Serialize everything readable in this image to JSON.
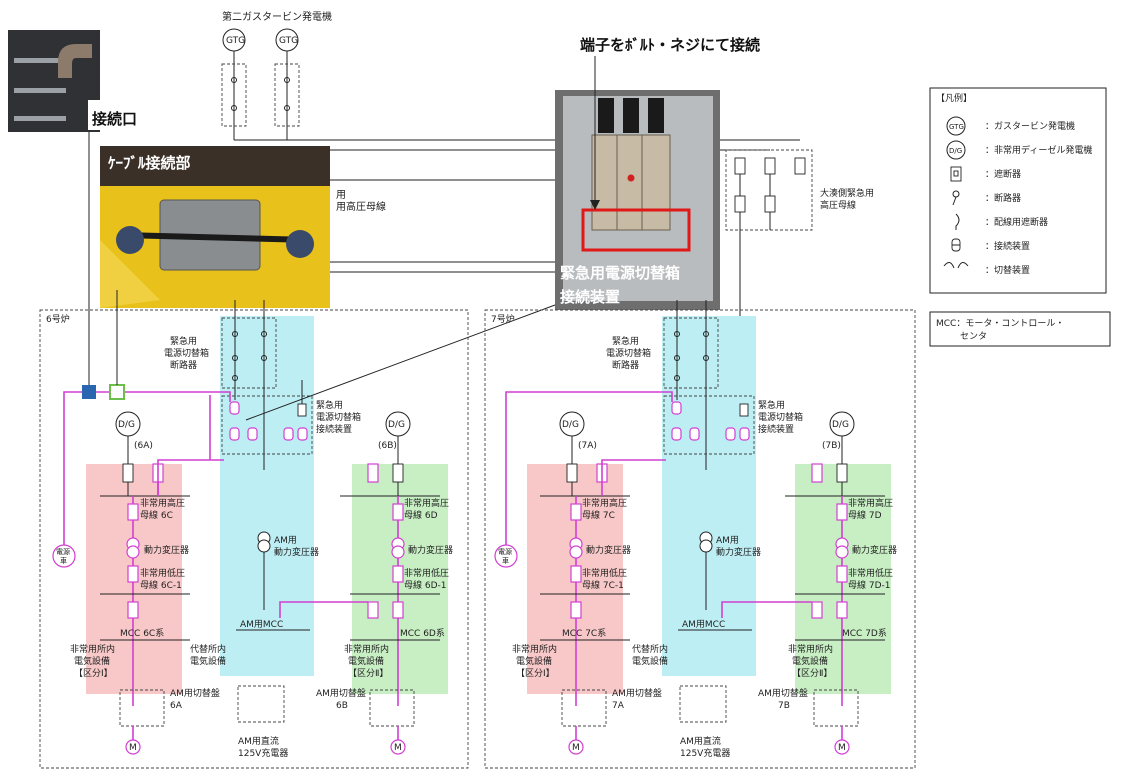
{
  "colors": {
    "pink_zone": "#f8c8c8",
    "cyan_zone": "#bdeef4",
    "green_zone": "#c8efc4",
    "magenta_line": "#d23fd2",
    "connector_blue": "#2a66b0",
    "connector_green": "#6cbf4a",
    "callout_red": "#e01818"
  },
  "labels": {
    "gtg_plant": "第二ガスタービン発電機",
    "gtg": "GTG",
    "terminal_note": "端子をﾎﾞﾙﾄ・ネジにて接続",
    "connection_port": "接続口",
    "cable_joint": "ｹｰﾌﾞﾙ接続部",
    "emergency_box": "緊急用電源切替箱",
    "connection_device": "接続装置",
    "hv_bus_partial_1": "用",
    "hv_bus_partial_2": "用高圧母線",
    "oominato_bus_1": "大湊側緊急用",
    "oominato_bus_2": "高圧母線"
  },
  "legend": {
    "title": "【凡例】",
    "items": [
      {
        "symbol": "GTG",
        "text": "：ガスタービン発電機"
      },
      {
        "symbol": "D/G",
        "text": "：非常用ディーゼル発電機"
      },
      {
        "symbol": "breaker",
        "text": "：遮断器"
      },
      {
        "symbol": "disconnector",
        "text": "：断路器"
      },
      {
        "symbol": "mccb",
        "text": "：配線用遮断器"
      },
      {
        "symbol": "connector",
        "text": "：接続装置"
      },
      {
        "symbol": "switch",
        "text": "：切替装置"
      }
    ],
    "mcc_note_1": "MCC：モータ・コントロール・",
    "mcc_note_2": "センタ"
  },
  "unit6": {
    "name": "6号炉",
    "eb_1": "緊急用",
    "eb_2": "電源切替箱",
    "eb_3": "断路器",
    "cd_1": "緊急用",
    "cd_2": "電源切替箱",
    "cd_3": "接続装置",
    "dg_a": "(6A)",
    "dg_b": "(6B)",
    "dg": "D/G",
    "power_source_car_1": "電源",
    "power_source_car_2": "車",
    "hv_bus_c_1": "非常用高圧",
    "hv_bus_c_2": "母線 6C",
    "hv_bus_d_1": "非常用高圧",
    "hv_bus_d_2": "母線 6D",
    "transformer": "動力変圧器",
    "am_transformer_1": "AM用",
    "am_transformer_2": "動力変圧器",
    "lv_bus_c_1": "非常用低圧",
    "lv_bus_c_2": "母線 6C-1",
    "lv_bus_d_1": "非常用低圧",
    "lv_bus_d_2": "母線 6D-1",
    "mcc_c": "MCC 6C系",
    "mcc_d": "MCC 6D系",
    "am_mcc": "AM用MCC",
    "eq_1_a": "非常用所内",
    "eq_1_b": "電気設備",
    "eq_1_c": "【区分Ⅰ】",
    "alt_a": "代替所内",
    "alt_b": "電気設備",
    "eq_2_a": "非常用所内",
    "eq_2_b": "電気設備",
    "eq_2_c": "【区分Ⅱ】",
    "sw_a_1": "AM用切替盤",
    "sw_a_2": "6A",
    "sw_b_1": "AM用切替盤",
    "sw_b_2": "6B",
    "dc_1": "AM用直流",
    "dc_2": "125V充電器",
    "motor": "M"
  },
  "unit7": {
    "name": "7号炉",
    "eb_1": "緊急用",
    "eb_2": "電源切替箱",
    "eb_3": "断路器",
    "cd_1": "緊急用",
    "cd_2": "電源切替箱",
    "cd_3": "接続装置",
    "dg_a": "(7A)",
    "dg_b": "(7B)",
    "dg": "D/G",
    "power_source_car_1": "電源",
    "power_source_car_2": "車",
    "hv_bus_c_1": "非常用高圧",
    "hv_bus_c_2": "母線 7C",
    "hv_bus_d_1": "非常用高圧",
    "hv_bus_d_2": "母線 7D",
    "transformer": "動力変圧器",
    "am_transformer_1": "AM用",
    "am_transformer_2": "動力変圧器",
    "lv_bus_c_1": "非常用低圧",
    "lv_bus_c_2": "母線 7C-1",
    "lv_bus_d_1": "非常用低圧",
    "lv_bus_d_2": "母線 7D-1",
    "mcc_c": "MCC 7C系",
    "mcc_d": "MCC 7D系",
    "am_mcc": "AM用MCC",
    "eq_1_a": "非常用所内",
    "eq_1_b": "電気設備",
    "eq_1_c": "【区分Ⅰ】",
    "alt_a": "代替所内",
    "alt_b": "電気設備",
    "eq_2_a": "非常用所内",
    "eq_2_b": "電気設備",
    "eq_2_c": "【区分Ⅱ】",
    "sw_a_1": "AM用切替盤",
    "sw_a_2": "7A",
    "sw_b_1": "AM用切替盤",
    "sw_b_2": "7B",
    "dc_1": "AM用直流",
    "dc_2": "125V充電器",
    "motor": "M"
  }
}
